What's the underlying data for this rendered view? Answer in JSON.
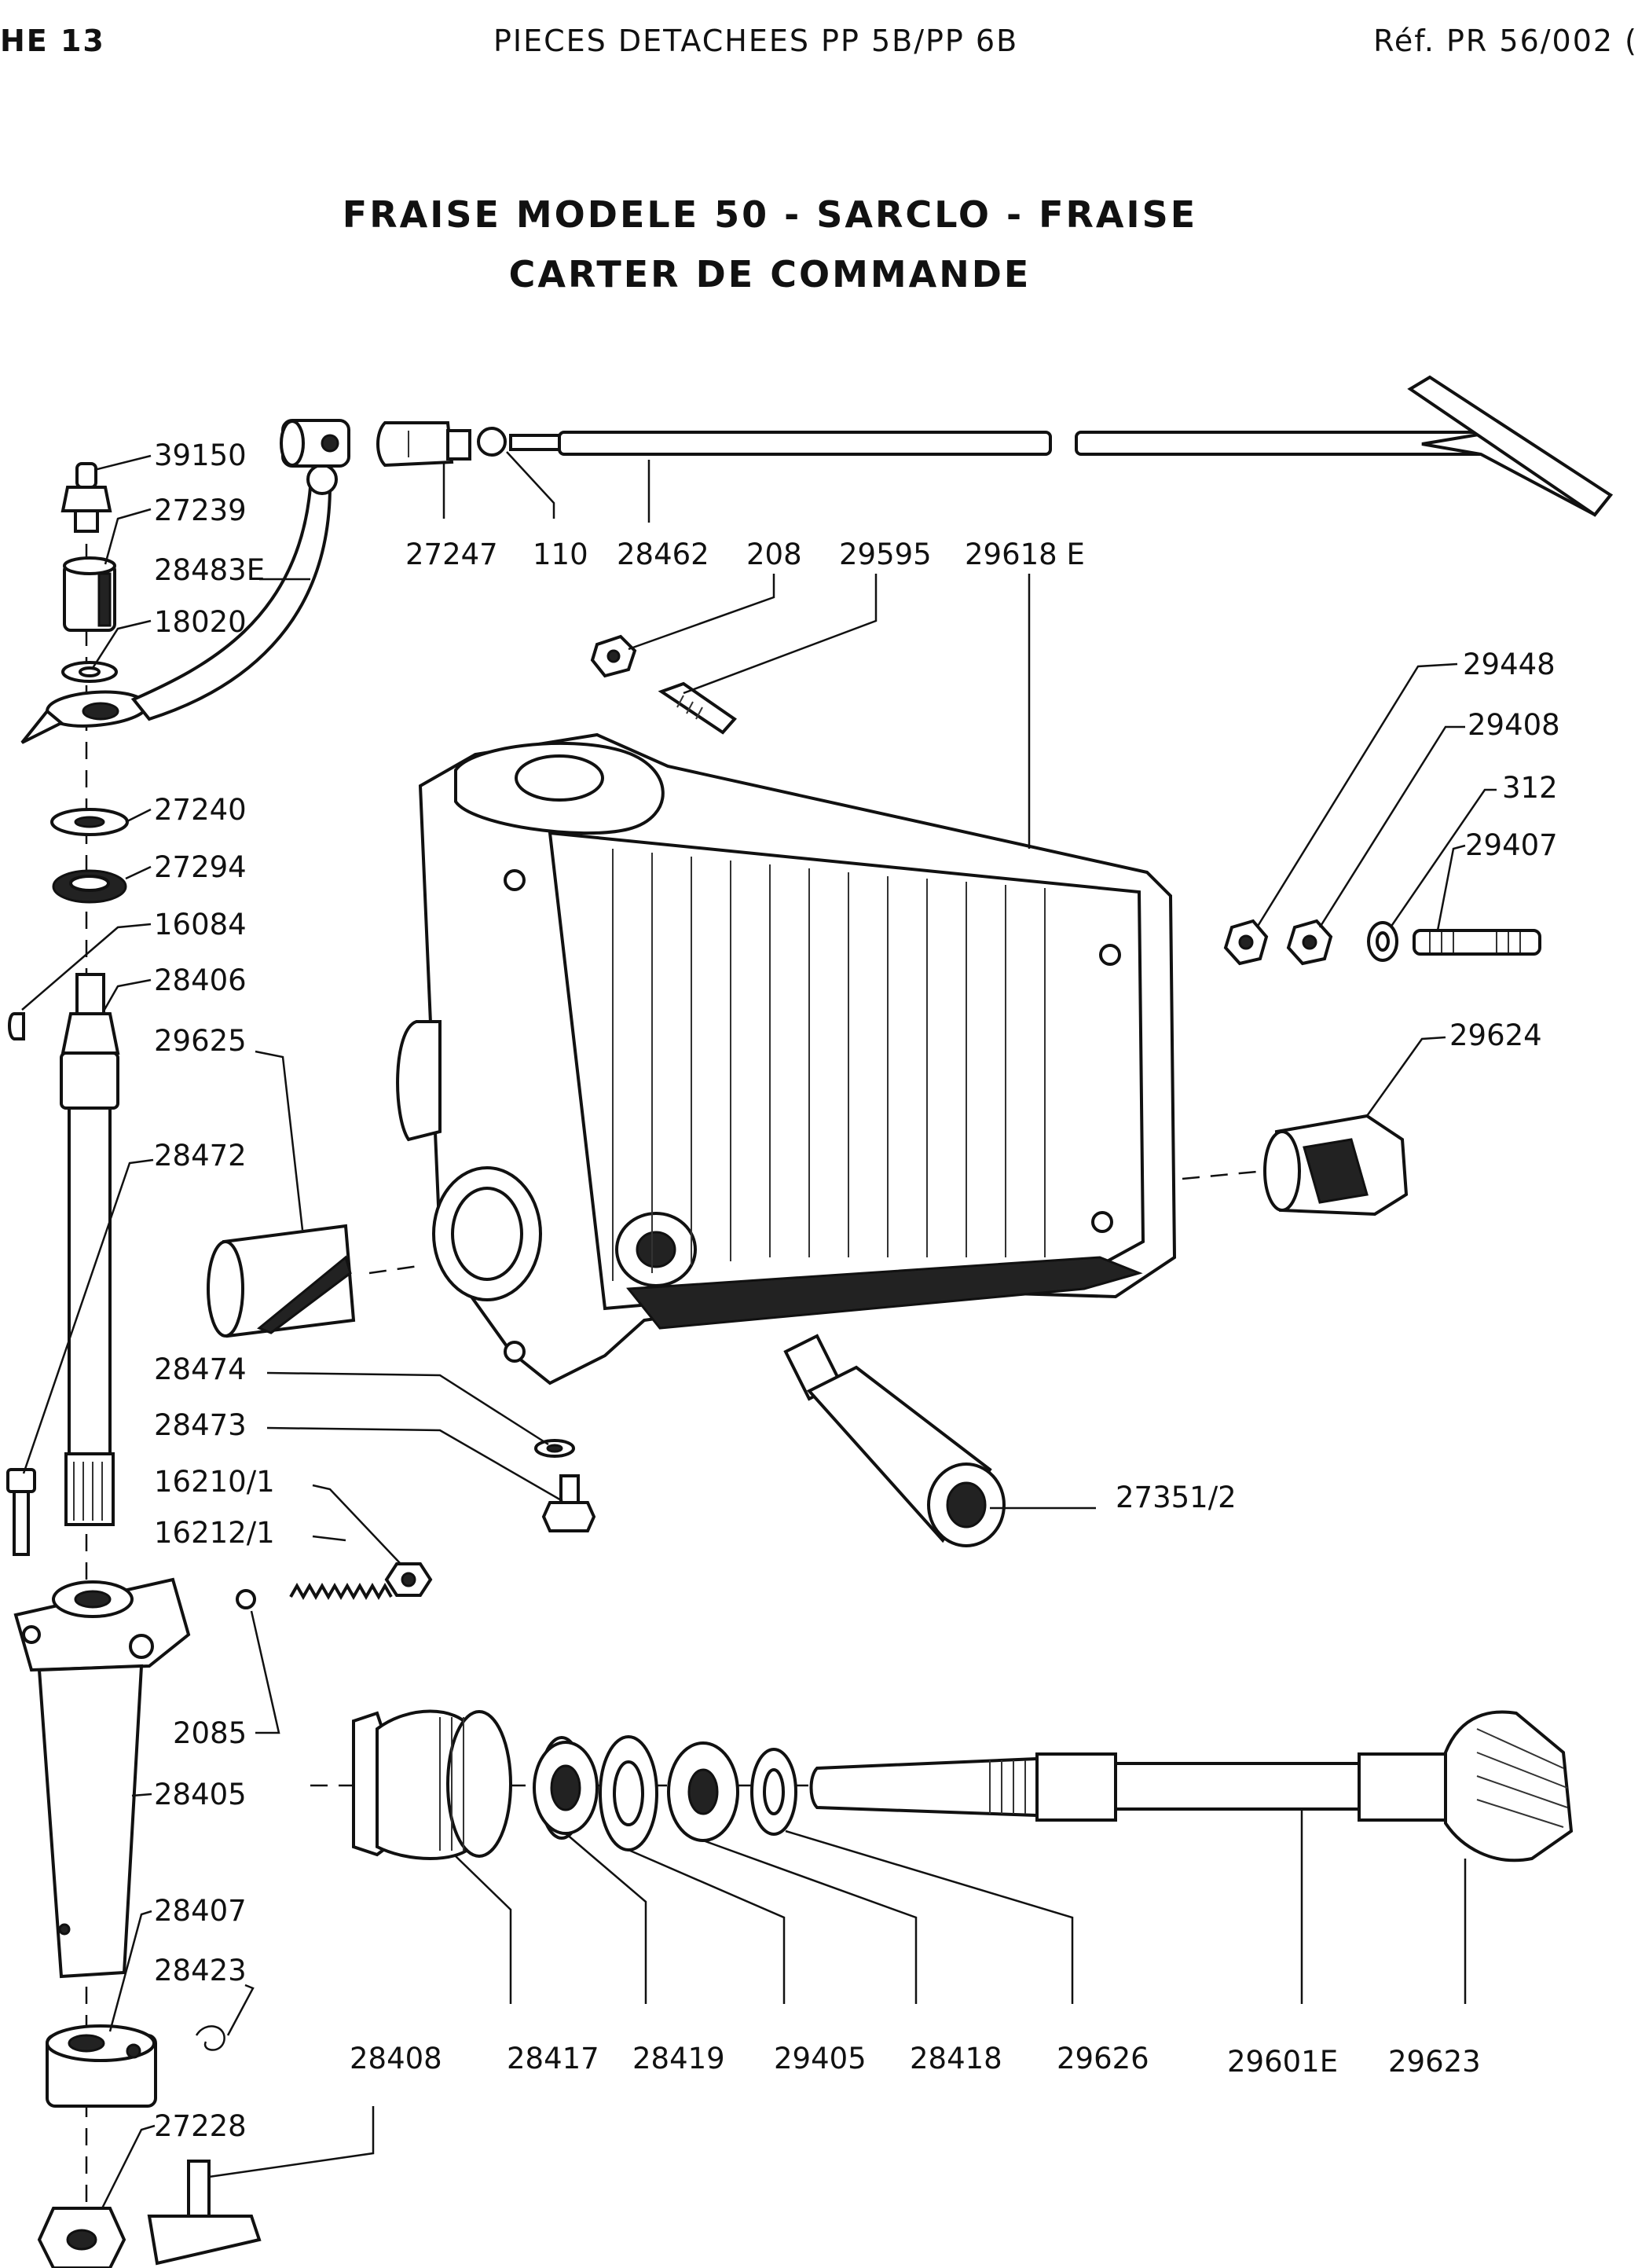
{
  "header": {
    "left": "HE 13",
    "center": "PIECES DETACHEES PP 5B/PP 6B",
    "right": "Réf. PR 56/002 ("
  },
  "title": {
    "line1": "FRAISE MODELE 50 - SARCLO - FRAISE",
    "line2": "CARTER DE COMMANDE"
  },
  "labels": {
    "l39150": "39150",
    "l27239": "27239",
    "l28483E": "28483E",
    "l18020": "18020",
    "l27240": "27240",
    "l27294": "27294",
    "l16084": "16084",
    "l28406": "28406",
    "l29625": "29625",
    "l28472": "28472",
    "l28474": "28474",
    "l28473": "28473",
    "l16210_1": "16210/1",
    "l16212_1": "16212/1",
    "l2085": "2085",
    "l28405": "28405",
    "l28407": "28407",
    "l28423": "28423",
    "l27228": "27228",
    "l27247": "27247",
    "l110": "110",
    "l28462": "28462",
    "l208": "208",
    "l29595": "29595",
    "l29618E": "29618 E",
    "l29448": "29448",
    "l29408": "29408",
    "l312": "312",
    "l29407": "29407",
    "l29624": "29624",
    "l27351_2": "27351/2",
    "l28408": "28408",
    "l28417": "28417",
    "l28419": "28419",
    "l29405": "29405",
    "l28418": "28418",
    "l29626": "29626",
    "l29601E": "29601E",
    "l29623": "29623"
  }
}
